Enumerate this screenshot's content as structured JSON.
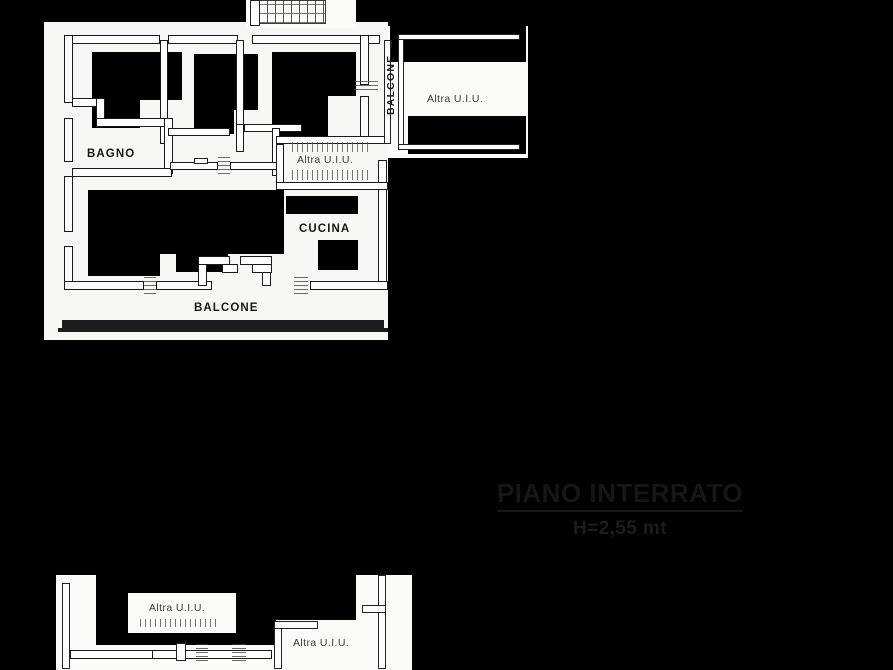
{
  "document": {
    "kind": "architectural-floor-plan",
    "language": "it"
  },
  "title_block": {
    "main": "PIANO INTERRATO",
    "sub": "H=2,55 mt"
  },
  "upper_plan": {
    "name": "planimetria-principale",
    "rooms": [
      {
        "id": "bagno",
        "label": "BAGNO"
      },
      {
        "id": "cucina",
        "label": "CUCINA"
      },
      {
        "id": "balcone_sud",
        "label": "BALCONE"
      },
      {
        "id": "balcone_est",
        "label": "BALCONE"
      }
    ],
    "annotations": [
      {
        "id": "altra-uiu-est",
        "label": "Altra U.I.U."
      },
      {
        "id": "altra-uiu-centro",
        "label": "Altra U.I.U."
      },
      {
        "id": "altra-uiu-destra",
        "label": "Altra U.I.U."
      }
    ]
  },
  "lower_plan": {
    "name": "planimetria-inferiore",
    "annotations": [
      {
        "id": "altra-uiu-basso-sinistra",
        "label": "Altra U.I.U."
      },
      {
        "id": "altra-uiu-basso-destra",
        "label": "Altra U.I.U."
      }
    ]
  },
  "colors": {
    "background": "#000000",
    "paper": "#f7f7f5",
    "ink": "#1a1a1a",
    "wall_fill": "#ffffff"
  }
}
